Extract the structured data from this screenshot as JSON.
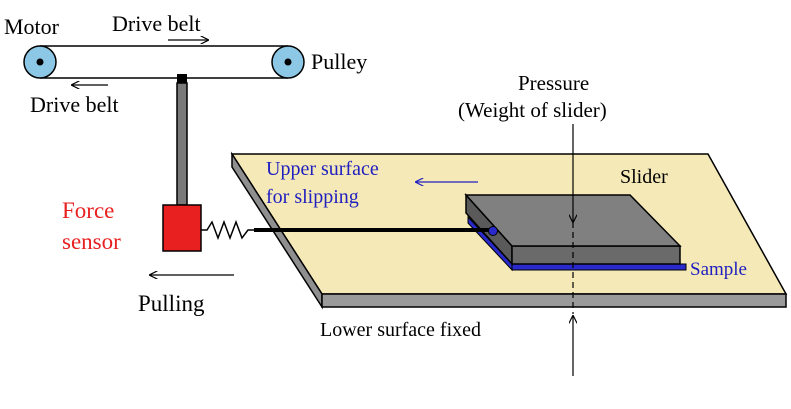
{
  "labels": {
    "motor": "Motor",
    "drive_belt_top": "Drive belt",
    "drive_belt_bottom": "Drive belt",
    "pulley": "Pulley",
    "pressure": "Pressure",
    "weight_of_slider": "(Weight of slider)",
    "upper_surface_line1": "Upper surface",
    "upper_surface_line2": "for slipping",
    "slider": "Slider",
    "force_line1": "Force",
    "force_line2": "sensor",
    "sample": "Sample",
    "pulling": "Pulling",
    "lower_surface_fixed": "Lower surface fixed"
  },
  "colors": {
    "base_plate_top": "#f5e9b8",
    "base_plate_side": "#8f8f8f",
    "slider_top": "#808080",
    "slider_side": "#5a5a5a",
    "sample": "#2a2acc",
    "force_sensor": "#e82020",
    "pulley": "#8cc8e6",
    "blue_text": "#2020c0",
    "red_text": "#e82020",
    "post": "#7a7a7a"
  }
}
